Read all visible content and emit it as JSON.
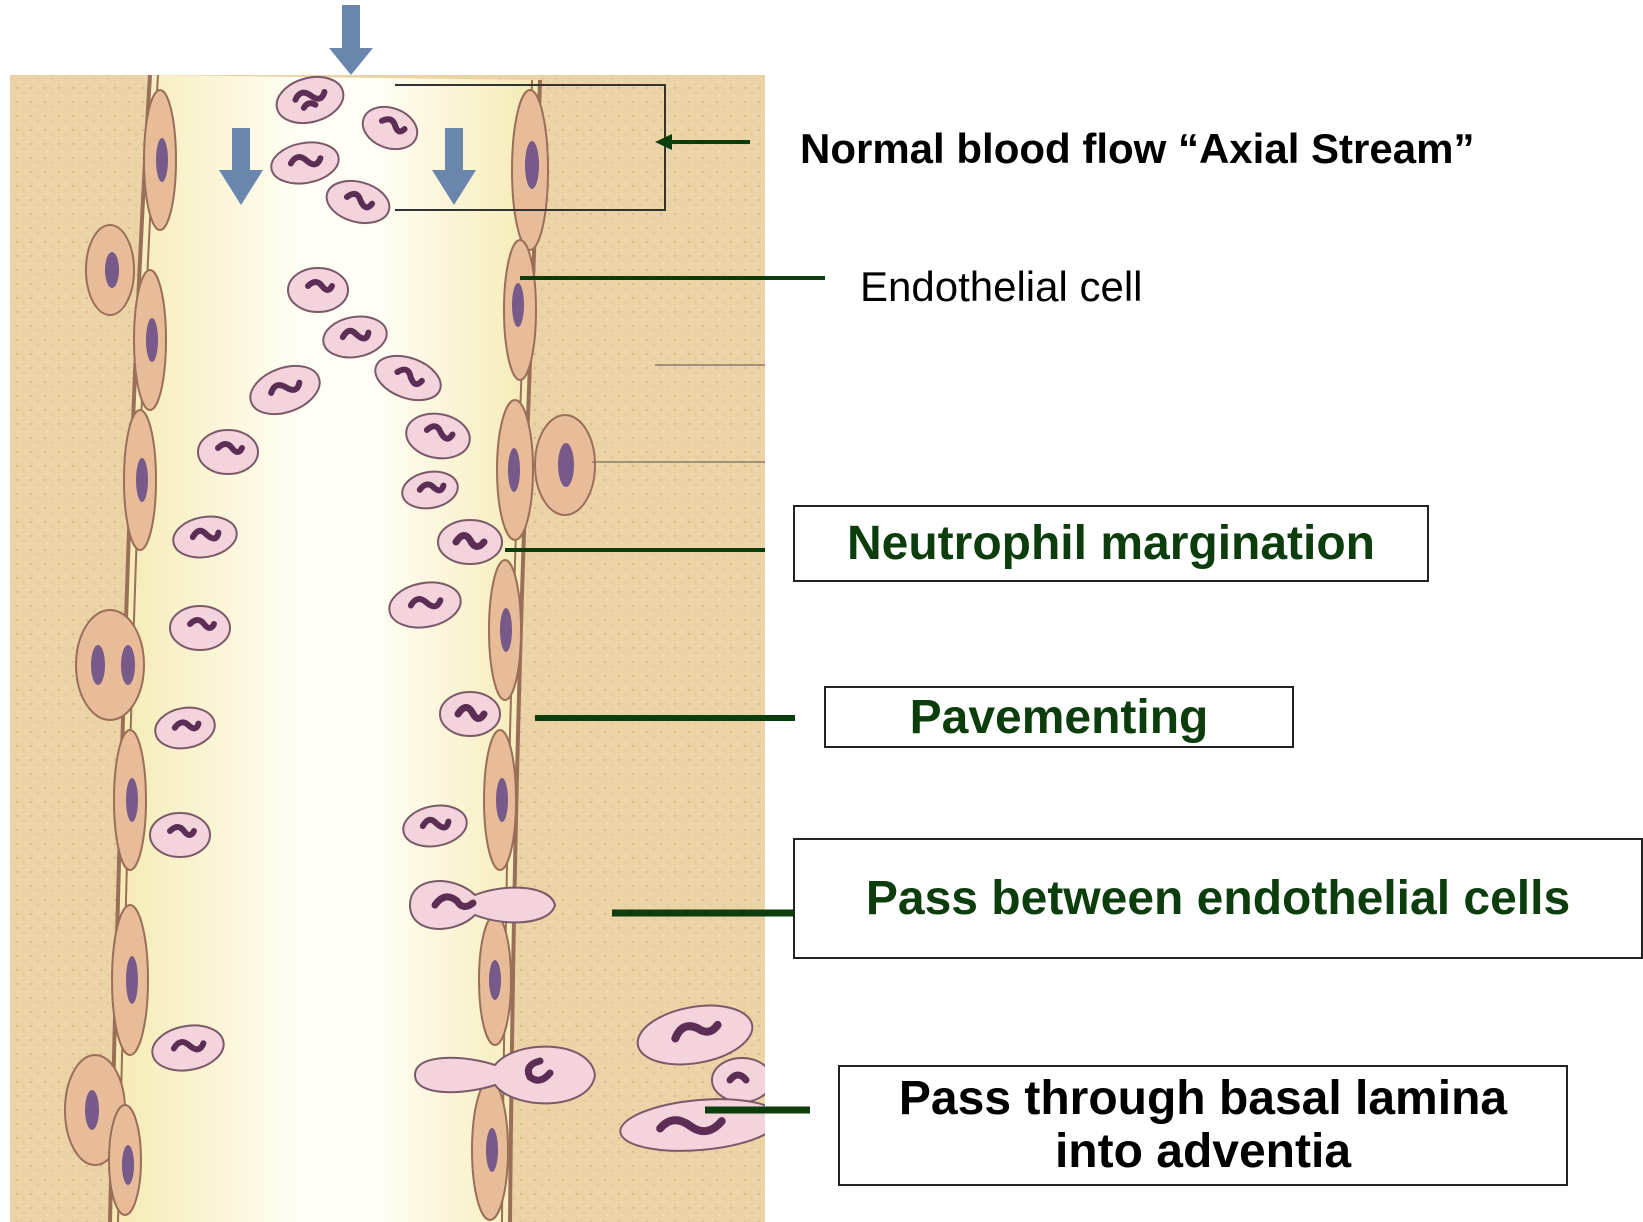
{
  "labels": {
    "axial_stream": "Normal blood flow  “Axial Stream”",
    "endothelial_cell": "Endothelial cell",
    "margination": "Neutrophil margination",
    "pavementing": "Pavementing",
    "pass_between": "Pass between endothelial cells",
    "basal_lamina_line1": "Pass through basal lamina",
    "basal_lamina_line2": "into adventia"
  },
  "colors": {
    "tissue": "#ecd3a6",
    "lumen_edge": "#f5eab2",
    "lumen_center": "#fffef6",
    "wall": "#9a6f57",
    "endothelial_cell": "#e8bc98",
    "nucleus": "#77598a",
    "neutrophil": "#f3d4dc",
    "neutrophil_outline": "#7a5a68",
    "flow_arrow": "#6b86ad",
    "label_green": "#0c3d0c",
    "leader_line": "#0c3d0c"
  },
  "icons": {
    "flow": "down-arrow-icon"
  }
}
